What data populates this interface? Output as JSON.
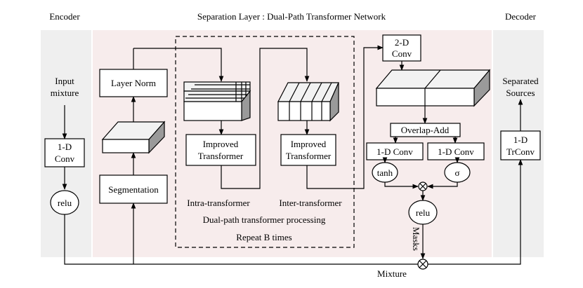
{
  "titles": {
    "encoder": "Encoder",
    "separation": "Separation Layer : Dual-Path Transformer Network",
    "decoder": "Decoder"
  },
  "encoder": {
    "input_line1": "Input",
    "input_line2": "mixture",
    "conv_line1": "1-D",
    "conv_line2": "Conv",
    "relu": "relu"
  },
  "separation": {
    "layer_norm": "Layer Norm",
    "segmentation": "Segmentation",
    "intra": {
      "block_line1": "Improved",
      "block_line2": "Transformer",
      "caption": "Intra-transformer"
    },
    "inter": {
      "block_line1": "Improved",
      "block_line2": "Transformer",
      "caption": "Inter-transformer"
    },
    "dual_path_caption": "Dual-path transformer processing",
    "repeat_caption": "Repeat B times",
    "conv2d_line1": "2-D",
    "conv2d_line2": "Conv",
    "overlap_add": "Overlap-Add",
    "conv1d_left": "1-D Conv",
    "conv1d_right": "1-D Conv",
    "tanh": "tanh",
    "sigma": "σ",
    "relu": "relu",
    "masks": "Masks"
  },
  "decoder": {
    "output_line1": "Separated",
    "output_line2": "Sources",
    "trconv_line1": "1-D",
    "trconv_line2": "TrConv"
  },
  "mixture_label": "Mixture",
  "colors": {
    "panel_gray": "#efefef",
    "panel_pink": "#f7ecec"
  }
}
